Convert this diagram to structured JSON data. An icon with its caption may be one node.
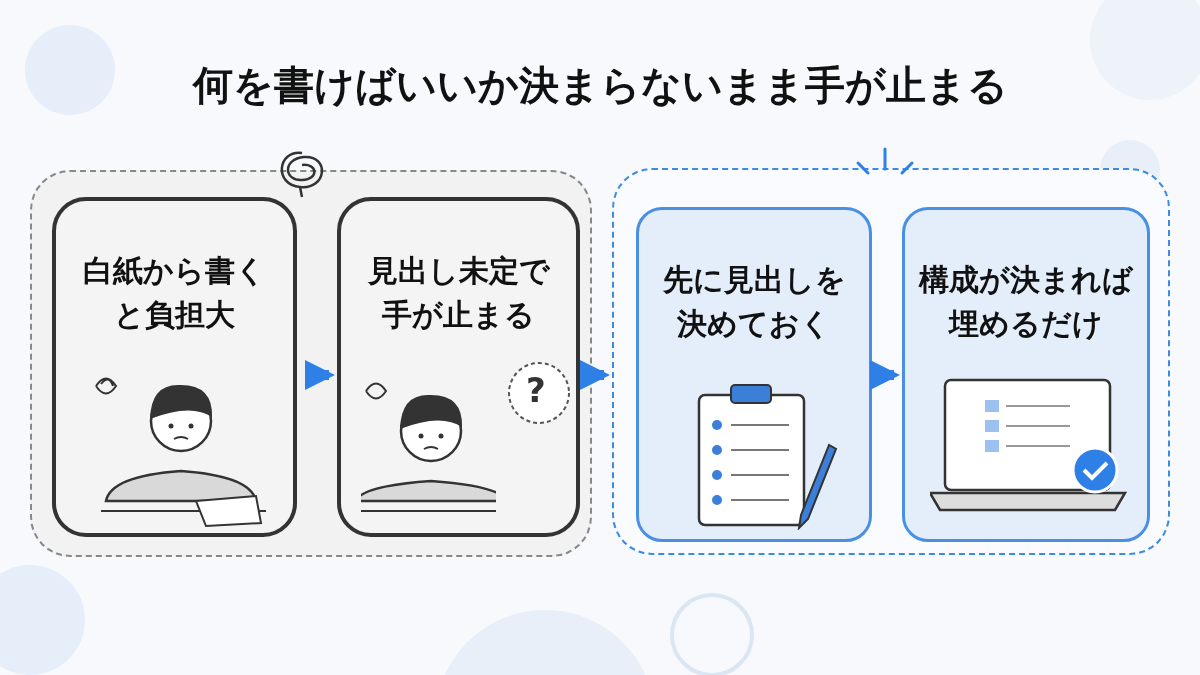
{
  "diagram": {
    "title": "何を書けばいいか決まらないまま手が止まる",
    "nodes": [
      {
        "text": [],
        "shape": "box"
      },
      {
        "text": [
          "白紙から書くと負担大"
        ],
        "in": 0
      },
      {
        "text": [
          "見出し未定で手が止まる"
        ],
        "in": 0
      },
      {
        "text": [],
        "shape": "box"
      },
      {
        "text": [
          "先に見出しを決めておく"
        ],
        "in": 3
      },
      {
        "text": [
          "構成が決まれば埋めるだけ"
        ],
        "in": 3
      }
    ],
    "edges": [
      {
        "from": 1,
        "to": 2,
        "arrow": "to"
      },
      {
        "from": 0,
        "to": 3,
        "arrow": "to"
      },
      {
        "from": 4,
        "to": 5,
        "arrow": "to"
      }
    ],
    "labels": [
      "?"
    ]
  }
}
